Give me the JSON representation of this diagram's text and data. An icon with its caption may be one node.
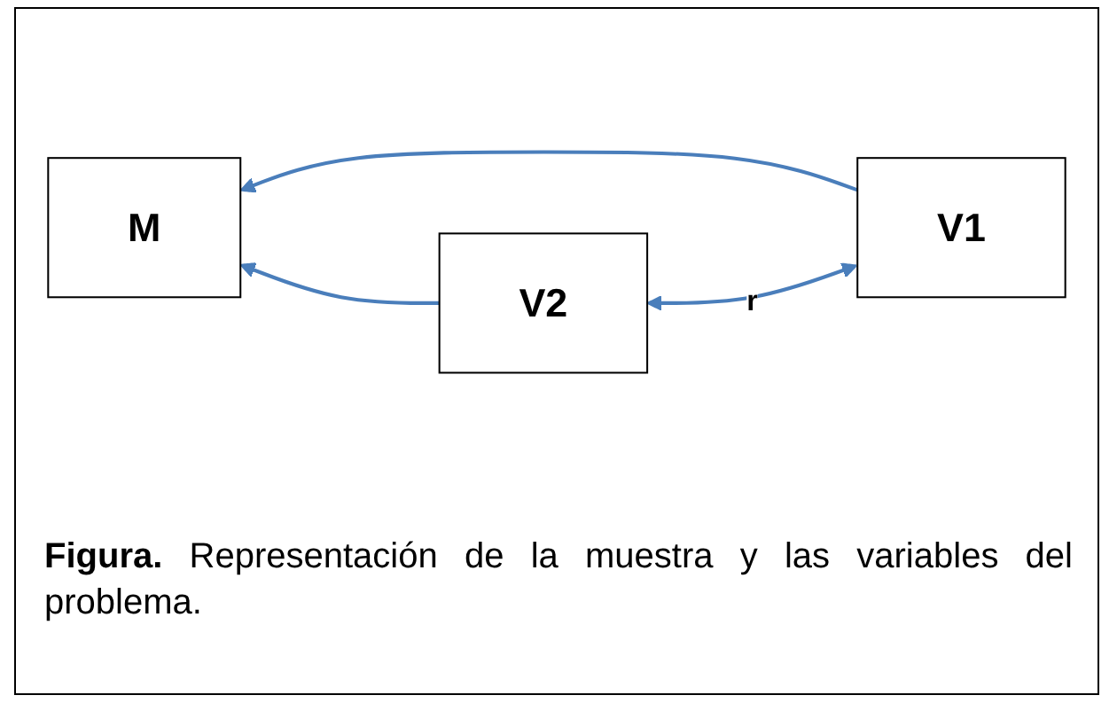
{
  "diagram": {
    "caption": "**Figura.** Representación de la muestra y las variables del problema.",
    "nodes": [
      {
        "text": [
          "M"
        ]
      },
      {
        "text": [
          "V1"
        ]
      },
      {
        "text": [
          "V2"
        ]
      }
    ],
    "edges": [
      {
        "from": 1,
        "to": 0,
        "arrow": "to"
      },
      {
        "from": 2,
        "to": 0,
        "arrow": "to"
      },
      {
        "from": 1,
        "to": 2,
        "arrow": "both",
        "label": "r"
      }
    ]
  }
}
